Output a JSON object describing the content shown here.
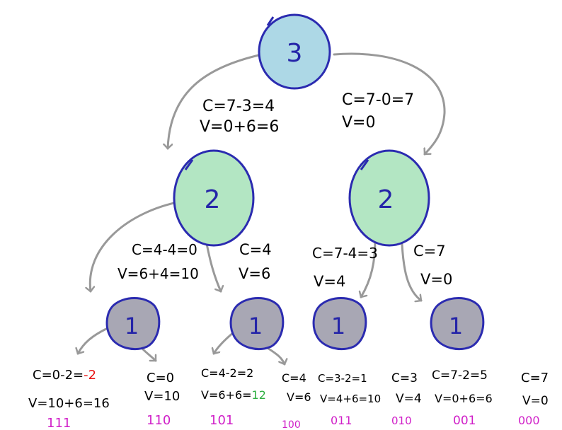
{
  "colors": {
    "root_fill": "#add8e6",
    "mid_fill": "#b3e6c3",
    "leaf_fill": "#a8a7b4",
    "outline": "#2b2bb0",
    "arrow": "#999999",
    "text": "#000000",
    "negative": "#e81313",
    "best": "#2eae41",
    "bits": "#d01fc8"
  },
  "nodes": {
    "root": "3",
    "left": "2",
    "right": "2",
    "leaf1": "1",
    "leaf2": "1",
    "leaf3": "1",
    "leaf4": "1"
  },
  "edges": {
    "root_left": {
      "c": "C=7-3=4",
      "v": "V=0+6=6"
    },
    "root_right": {
      "c": "C=7-0=7",
      "v": "V=0"
    },
    "left_left": {
      "c": "C=4-4=0",
      "v": "V=6+4=10"
    },
    "left_right": {
      "c": "C=4",
      "v": "V=6"
    },
    "right_left": {
      "c": "C=7-4=3",
      "v": "V=4"
    },
    "right_right": {
      "c": "C=7",
      "v": "V=0"
    }
  },
  "leaves": [
    {
      "c_prefix": "C=0-2=",
      "c_value": "-2",
      "v_prefix": "V=10+6=16",
      "v_value": "",
      "bits": "111"
    },
    {
      "c_prefix": "C=0",
      "c_value": "",
      "v_prefix": "V=10",
      "v_value": "",
      "bits": "110"
    },
    {
      "c_prefix": "C=4-2=2",
      "c_value": "",
      "v_prefix": "V=6+6=",
      "v_value": "12",
      "bits": "101"
    },
    {
      "c_prefix": "C=4",
      "c_value": "",
      "v_prefix": "V=6",
      "v_value": "",
      "bits": "100"
    },
    {
      "c_prefix": "C=3-2=1",
      "c_value": "",
      "v_prefix": "V=4+6=10",
      "v_value": "",
      "bits": "011"
    },
    {
      "c_prefix": "C=3",
      "c_value": "",
      "v_prefix": "V=4",
      "v_value": "",
      "bits": "010"
    },
    {
      "c_prefix": "C=7-2=5",
      "c_value": "",
      "v_prefix": "V=0+6=6",
      "v_value": "",
      "bits": "001"
    },
    {
      "c_prefix": "C=7",
      "c_value": "",
      "v_prefix": "V=0",
      "v_value": "",
      "bits": "000"
    }
  ]
}
